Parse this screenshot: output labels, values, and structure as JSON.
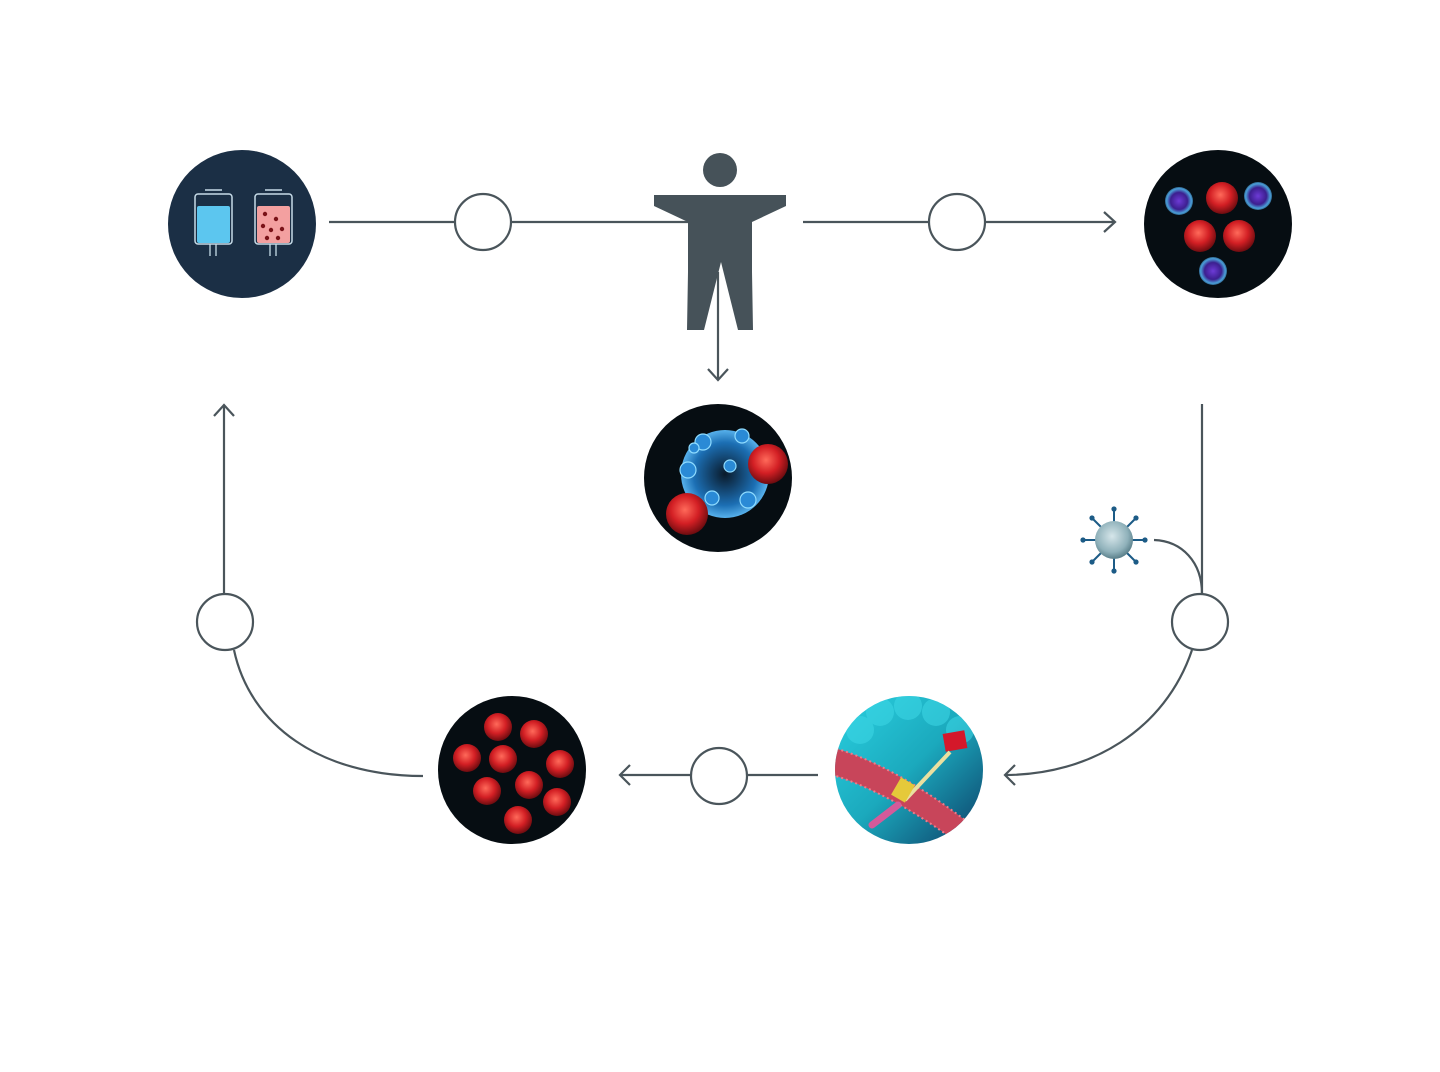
{
  "diagram": {
    "colors": {
      "line": "#4a555b",
      "person": "#465259",
      "step_fill": "#ffffff",
      "iv_bg": "#1b2f45",
      "iv_left_bag": "#5cc6ef",
      "iv_right_bag": "#f3a0a0",
      "dark_bg": "#060d12",
      "cancer_cell": "#d9202a",
      "t_cell_purple": "#5a2aa8",
      "t_cell_blue": "#2f8fd8",
      "membrane_bg": "#1fb6c9",
      "membrane_band": "#c8455a"
    },
    "nodes": [
      {
        "id": "iv-bags",
        "icon": "iv-bags-icon"
      },
      {
        "id": "patient",
        "icon": "person-icon"
      },
      {
        "id": "blood-cells",
        "icon": "blood-cells-icon"
      },
      {
        "id": "t-cell-attack",
        "icon": "t-cell-attacking-cancer-icon"
      },
      {
        "id": "virus",
        "icon": "virus-icon"
      },
      {
        "id": "car-receptor",
        "icon": "car-receptor-membrane-icon"
      },
      {
        "id": "expanded-cells",
        "icon": "expanded-cells-icon"
      }
    ],
    "step_markers": [
      {
        "id": "step-1",
        "label": ""
      },
      {
        "id": "step-2",
        "label": ""
      },
      {
        "id": "step-3",
        "label": ""
      },
      {
        "id": "step-4",
        "label": ""
      },
      {
        "id": "step-5",
        "label": ""
      }
    ]
  }
}
